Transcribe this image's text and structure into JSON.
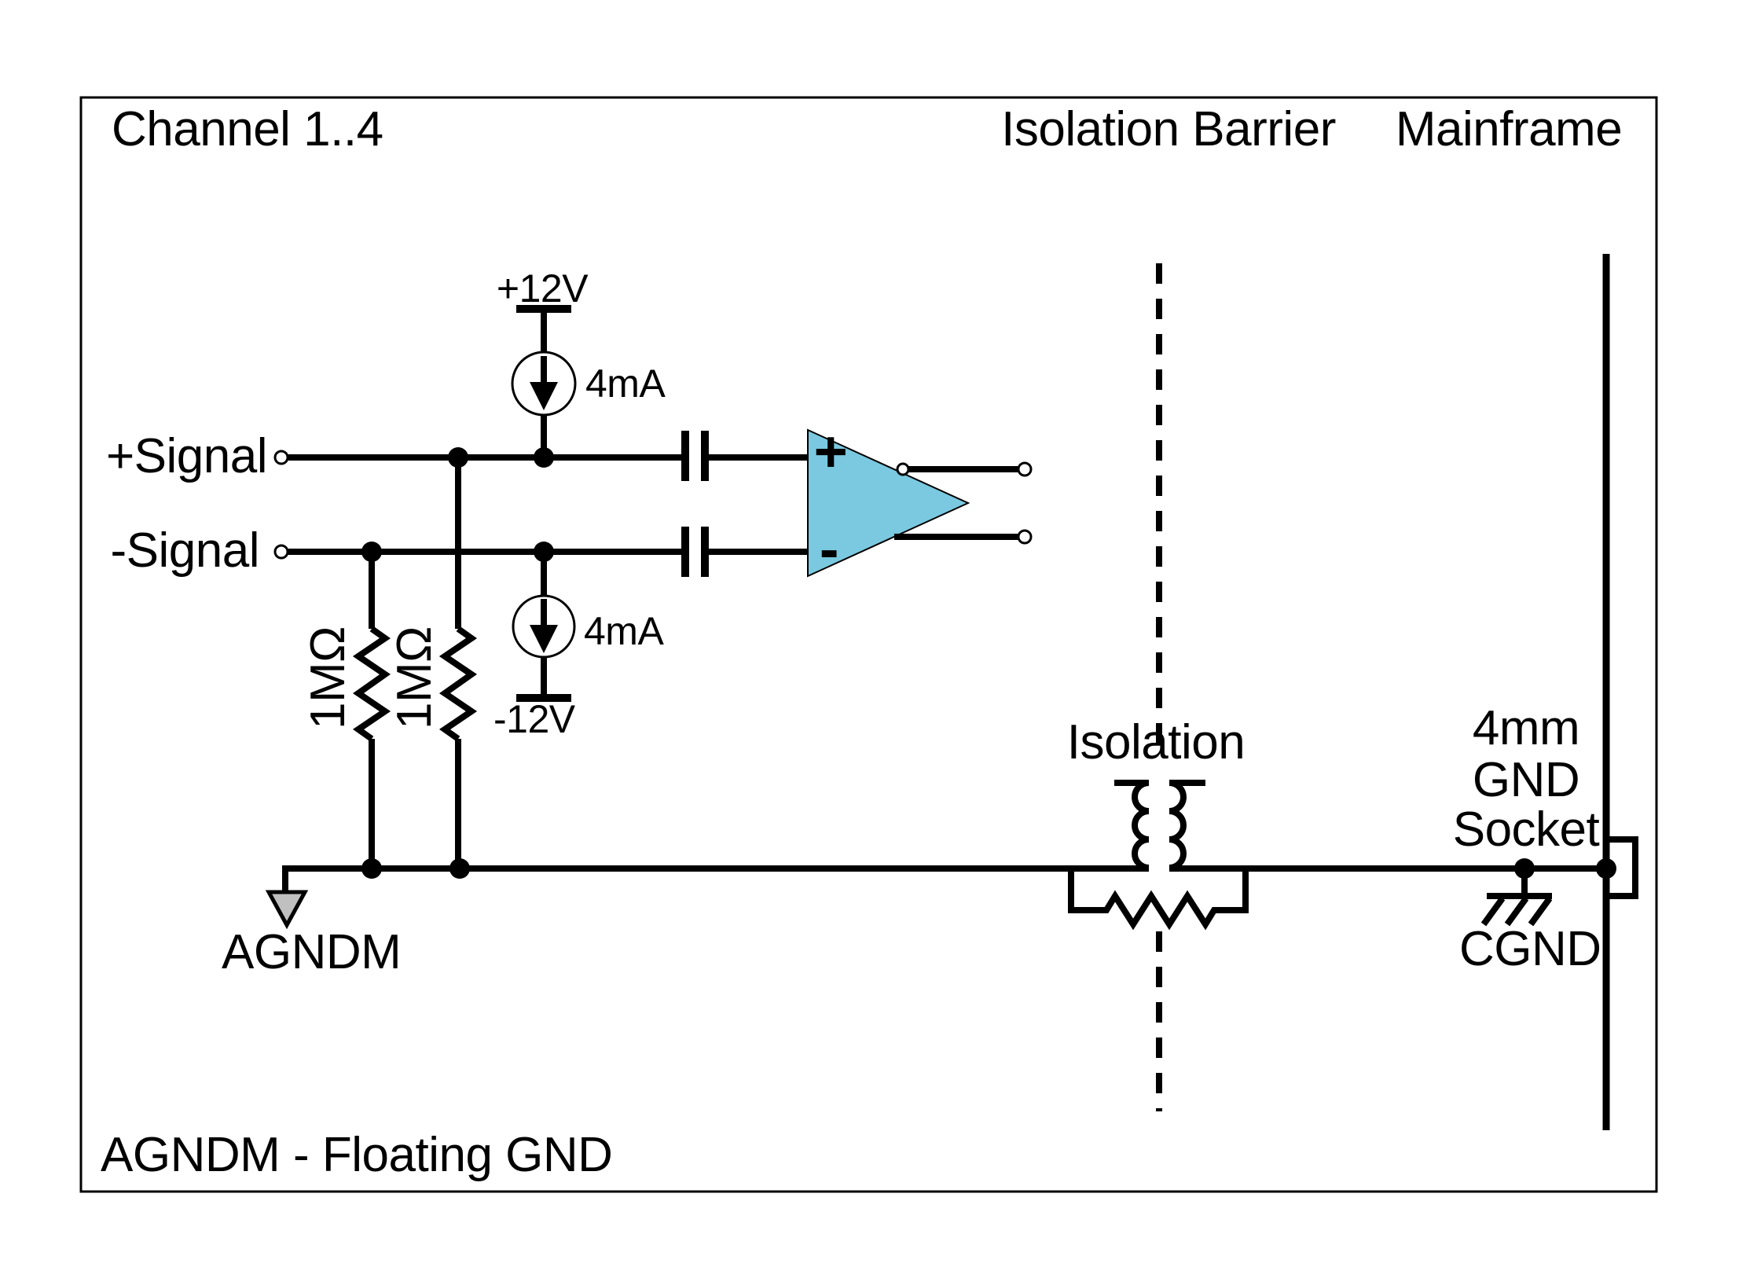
{
  "header": {
    "channel": "Channel 1..4",
    "isolation_barrier": "Isolation Barrier",
    "mainframe": "Mainframe"
  },
  "signals": {
    "plus": "+Signal",
    "minus": "-Signal"
  },
  "power": {
    "positive_rail": "+12V",
    "negative_rail": "-12V",
    "top_current_source": "4mA",
    "bottom_current_source": "4mA"
  },
  "resistors": {
    "r1": "1MΩ",
    "r2": "1MΩ"
  },
  "opamp": {
    "noninverting_input": "+",
    "inverting_input": "-"
  },
  "isolation": {
    "label": "Isolation"
  },
  "mainframe_side": {
    "socket_line1": "4mm",
    "socket_line2": "GND",
    "socket_line3": "Socket",
    "cgnd": "CGND"
  },
  "floating_ground": {
    "label": "AGNDM"
  },
  "footer": {
    "note": "AGNDM - Floating GND"
  },
  "colors": {
    "line": "#000000",
    "background": "#FFFFFF",
    "opamp_fill": "#7AC9E0",
    "agndm_arrow_fill": "#C0C0C0"
  }
}
